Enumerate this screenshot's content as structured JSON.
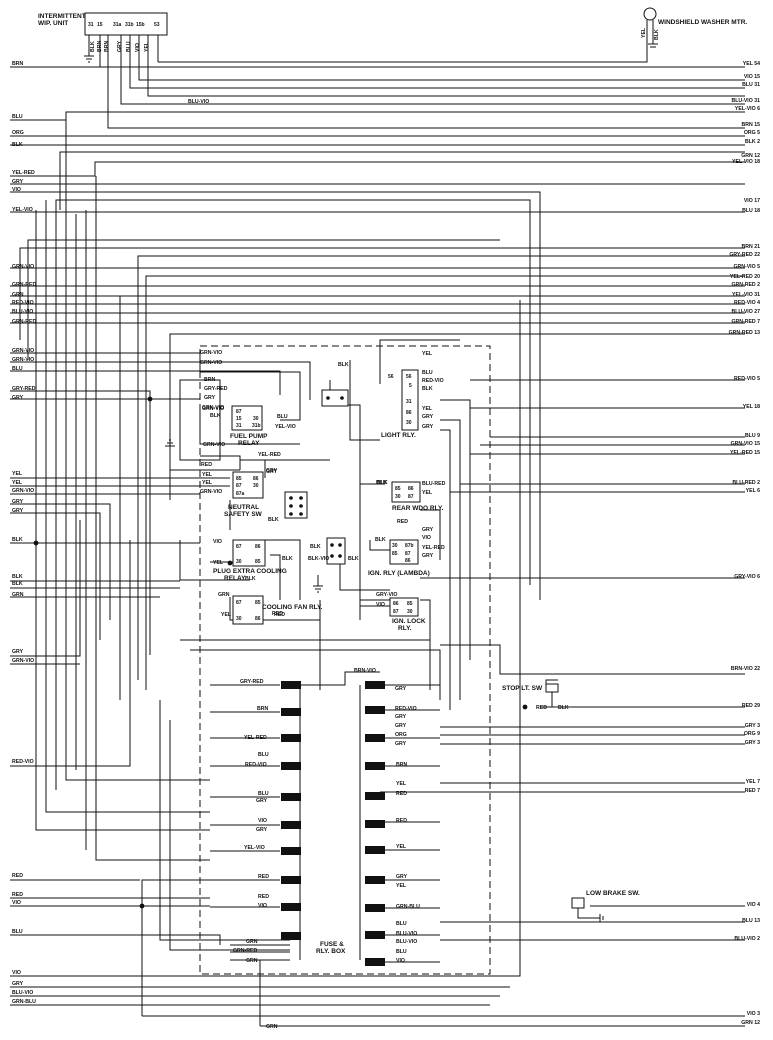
{
  "components": {
    "wip_unit": {
      "title1": "INTERMITTENT",
      "title2": "WIP. UNIT",
      "pins": [
        "31",
        "15",
        "31a",
        "31b",
        "15b",
        "53"
      ]
    },
    "washer": {
      "title": "WINDSHIELD WASHER MTR."
    },
    "fuel_pump_relay": {
      "title1": "FUEL PUMP",
      "title2": "RELAY",
      "pins": [
        "87",
        "15",
        "31",
        "30",
        "31b"
      ]
    },
    "light_relay": {
      "title": "LIGHT RLY.",
      "pins": [
        "56",
        "56",
        "5",
        "31",
        "86",
        "30"
      ]
    },
    "neutral_safety": {
      "title1": "NEUTRAL",
      "title2": "SAFETY SW",
      "pins": [
        "85",
        "87",
        "87a",
        "86",
        "30"
      ]
    },
    "rear_wdo": {
      "title": "REAR WDO RLY.",
      "pins": [
        "85",
        "30",
        "86",
        "87"
      ]
    },
    "plug_extra": {
      "title1": "PLUG EXTRA COOLING",
      "title2": "RELAY",
      "pins": [
        "87",
        "30",
        "86",
        "85"
      ]
    },
    "ign_lambda": {
      "title": "IGN. RLY (LAMBDA)",
      "pins": [
        "30",
        "85",
        "87b",
        "87",
        "86"
      ]
    },
    "cooling_fan": {
      "title": "COOLING FAN RLY.",
      "pins": [
        "87",
        "30",
        "85",
        "86"
      ]
    },
    "ign_lock": {
      "title1": "IGN. LOCK",
      "title2": "RLY.",
      "pins": [
        "86",
        "85",
        "87",
        "30"
      ]
    },
    "stop_sw": {
      "title": "STOP LT. SW"
    },
    "low_brake": {
      "title": "LOW BRAKE SW."
    },
    "fuse_box": {
      "title1": "FUSE &",
      "title2": "RLY. BOX"
    }
  },
  "wip_wire_labels": [
    "BLK",
    "BRN",
    "BRN",
    "GRY",
    "BLU",
    "VIO",
    "YEL"
  ],
  "washer_wire_labels": [
    "YEL",
    "BLK"
  ],
  "right_labels": [
    "YEL 54",
    "VIO 15",
    "BLU 31",
    "BLU-VIO 31",
    "YEL-VIO 6",
    "BRN 15",
    "ORG 5",
    "BLK 2",
    "GRN 12",
    "YEL-VIO 18",
    "VIO 17",
    "BLU 18",
    "BRN 21",
    "GRY-RED 22",
    "GRN-VIO 5",
    "YEL-RED 20",
    "GRN-RED 2",
    "YEL-VIO 31",
    "RED-VIO 4",
    "BLU-VIO 27",
    "GRN-RED 7",
    "GRN-RED 13",
    "RED-VIO 5",
    "YEL 18",
    "BLU 9",
    "GRN-VIO 15",
    "YEL-RED 15",
    "BLU-RED 2",
    "YEL 6",
    "GRY-VIO 6",
    "BRN-VIO 22",
    "RED 29",
    "GRY 3",
    "ORG 9",
    "GRY 3",
    "YEL 7",
    "RED 7",
    "VIO 4",
    "BLU 13",
    "BLU-VIO 2",
    "VIO 3",
    "GRN 12"
  ],
  "left_labels": [
    "BRN",
    "BLU",
    "ORG",
    "BLK",
    "YEL-RED",
    "GRY",
    "VIO",
    "YEL-VIO",
    "GRN-VIO",
    "GRN-RED",
    "GRN",
    "RED-VIO",
    "BLU-VIO",
    "GRN-RED",
    "GRN-VIO",
    "GRN-VIO",
    "BLU",
    "GRY-RED",
    "GRY",
    "YEL",
    "YEL",
    "GRN-VIO",
    "GRY",
    "GRY",
    "BLK",
    "BLK",
    "BLK",
    "GRN",
    "GRY",
    "GRN-VIO",
    "RED-VIO",
    "RED",
    "RED",
    "VIO",
    "BLU",
    "VIO",
    "GRY",
    "BLU-VIO",
    "GRN-BLU"
  ],
  "inner_labels": [
    "BLU-VIO",
    "GRN-VIO",
    "GRN-VIO",
    "BRN",
    "GRY-RED",
    "GRY",
    "GRN-VIO",
    "BLK",
    "BLU",
    "YEL-VIO",
    "GRN-VIO",
    "YEL",
    "BLU",
    "RED-VIO",
    "BLK",
    "YEL",
    "GRY",
    "GRY",
    "BLK",
    "RED",
    "YEL-RED",
    "YEL",
    "YEL",
    "GRN-VIO",
    "GRY",
    "BLK",
    "BLU-RED",
    "YEL",
    "RED",
    "GRY",
    "VIO",
    "YEL-RED",
    "GRY",
    "BLK",
    "VIO",
    "YEL",
    "BLK",
    "BLK",
    "BLK",
    "BLK",
    "GRY-VIO",
    "VIO",
    "GRN",
    "YEL",
    "RED",
    "GRY",
    "BLK",
    "BLK-VIO",
    "BLK",
    "GRN-VIO",
    "GRY-RED",
    "BRN-VIO",
    "GRY",
    "BRN",
    "RED-VIO",
    "GRY",
    "YEL-RED",
    "GRY",
    "ORG",
    "BLU",
    "GRY",
    "RED-VIO",
    "BRN",
    "BLU",
    "GRY",
    "YEL",
    "RED",
    "VIO",
    "GRY",
    "RED",
    "YEL-VIO",
    "YEL",
    "RED",
    "GRY",
    "RED",
    "YEL",
    "VIO",
    "GRN-BLU",
    "BLU",
    "GRN",
    "BLU-VIO",
    "GRN-RED",
    "BLU-VIO",
    "GRN",
    "BLU",
    "VIO",
    "GRN",
    "RED",
    "RED",
    "BLK"
  ]
}
